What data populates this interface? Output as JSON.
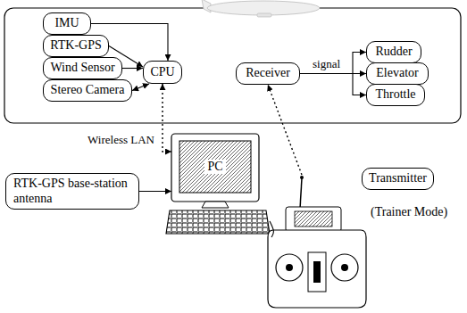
{
  "diagram": {
    "nodes": [
      {
        "text": [
          "IMU"
        ]
      },
      {
        "text": [
          "RTK-GPS"
        ]
      },
      {
        "text": [
          "Wind Sensor"
        ]
      },
      {
        "text": [
          "Stereo Camera"
        ]
      },
      {
        "text": [
          "CPU"
        ]
      },
      {
        "text": [
          "Receiver"
        ]
      },
      {
        "text": [
          "Rudder"
        ]
      },
      {
        "text": [
          "Elevator"
        ]
      },
      {
        "text": [
          "Throttle"
        ]
      },
      {
        "text": [
          "RTK-GPS base-station antenna"
        ]
      },
      {
        "text": [
          "PC"
        ]
      },
      {
        "text": [
          "Transmitter"
        ]
      },
      {
        "text": [
          "(Trainer Mode)"
        ]
      }
    ],
    "edges": [
      {
        "from": 0,
        "to": 4,
        "arrow": "to"
      },
      {
        "from": 1,
        "to": 4,
        "arrow": "to"
      },
      {
        "from": 2,
        "to": 4,
        "arrow": "to"
      },
      {
        "from": 3,
        "to": 4,
        "arrow": "both"
      },
      {
        "from": 5,
        "to": 6,
        "arrow": "to"
      },
      {
        "from": 5,
        "to": 7,
        "label": "signal",
        "arrow": "to"
      },
      {
        "from": 5,
        "to": 8,
        "arrow": "to"
      },
      {
        "from": 4,
        "to": 10,
        "label": "Wireless LAN",
        "arrow": "both"
      },
      {
        "from": 12,
        "to": 5,
        "arrow": "to"
      },
      {
        "from": 9,
        "to": 10,
        "arrow": "to"
      },
      {
        "from": 10,
        "to": 12,
        "arrow": "none"
      }
    ]
  }
}
